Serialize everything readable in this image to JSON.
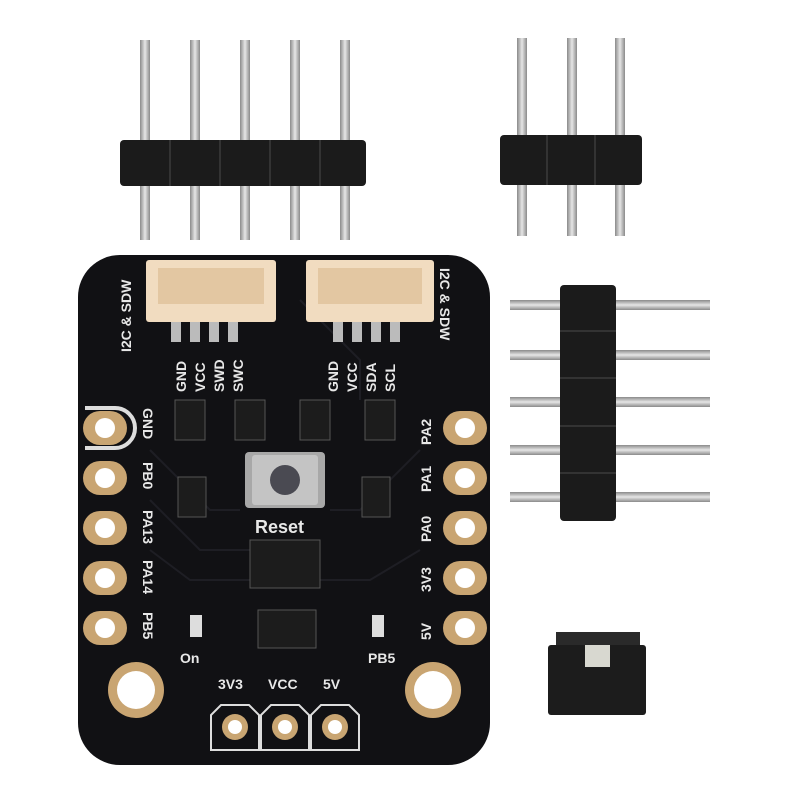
{
  "board": {
    "connector_label_left": "I2C & SDW",
    "connector_label_right": "I2C & SDW",
    "left_connector_pins": [
      "GND",
      "VCC",
      "SWD",
      "SWC"
    ],
    "right_connector_pins": [
      "GND",
      "VCC",
      "SDA",
      "SCL"
    ],
    "left_pins": [
      "GND",
      "PB0",
      "PA13",
      "PA14",
      "PB5"
    ],
    "right_pins": [
      "PA2",
      "PA1",
      "PA0",
      "3V3",
      "5V"
    ],
    "reset_label": "Reset",
    "led_on_label": "On",
    "led_pb5_label": "PB5",
    "bottom_pins": [
      "3V3",
      "VCC",
      "5V"
    ]
  },
  "colors": {
    "pcb": "#111114",
    "pad": "#c9a572",
    "connector": "#f1dcc0",
    "header_plastic": "#1b1b1b",
    "pin": "#b9b9b9"
  }
}
